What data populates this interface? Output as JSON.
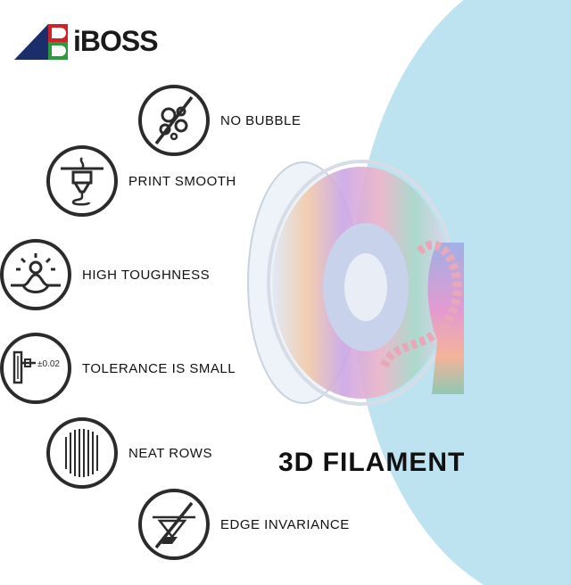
{
  "brand": {
    "name": "iBOSS",
    "colors": {
      "red": "#d42027",
      "green": "#2a9a3c",
      "navy": "#1b2e6b"
    }
  },
  "features": [
    {
      "label": "NO BUBBLE",
      "icon": "no-bubble-icon"
    },
    {
      "label": "PRINT SMOOTH",
      "icon": "nozzle-icon"
    },
    {
      "label": "HIGH TOUGHNESS",
      "icon": "toughness-loop-icon"
    },
    {
      "label": "TOLERANCE IS SMALL",
      "icon": "caliper-icon",
      "icon_text": "±0.02"
    },
    {
      "label": "NEAT ROWS",
      "icon": "neat-rows-icon"
    },
    {
      "label": "EDGE INVARIANCE",
      "icon": "edge-invariance-icon"
    }
  ],
  "headline": "3D FILAMENT",
  "colors": {
    "background": "#ffffff",
    "accent_circle": "#bde3f1",
    "icon_stroke": "#2b2b2b"
  }
}
